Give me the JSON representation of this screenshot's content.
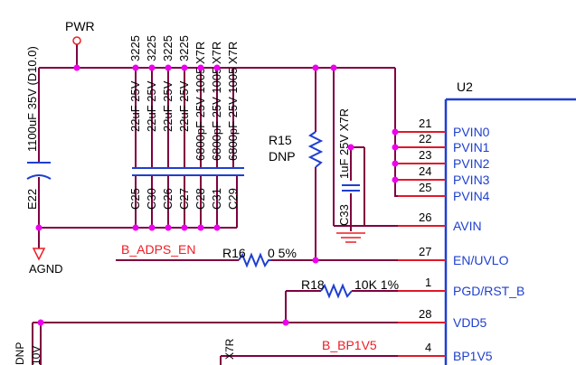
{
  "power": {
    "label": "PWR"
  },
  "ground": {
    "label": "AGND"
  },
  "bulk_cap": {
    "ref": "E22",
    "value": "1100uF 35V (D10.0)"
  },
  "caps": [
    {
      "ref": "C25",
      "value": "22uF 25V",
      "pkg": "3225"
    },
    {
      "ref": "C30",
      "value": "22uF 25V",
      "pkg": "3225"
    },
    {
      "ref": "C26",
      "value": "22uF 25V",
      "pkg": "3225"
    },
    {
      "ref": "C27",
      "value": "22uF 25V",
      "pkg": "3225"
    },
    {
      "ref": "C28",
      "value": "6800pF 25V 1005 X7R"
    },
    {
      "ref": "C31",
      "value": "6800pF 25V 1005 X7R"
    },
    {
      "ref": "C29",
      "value": "6800pF 25V 1005 X7R"
    }
  ],
  "r15": {
    "ref": "R15",
    "note": "DNP"
  },
  "c33": {
    "ref": "C33",
    "value": "1uF 25V X7R"
  },
  "r16": {
    "ref": "R16",
    "value": "0 5%"
  },
  "r18": {
    "ref": "R18",
    "value": "10K 1%"
  },
  "nets": {
    "adps_en": "B_ADPS_EN",
    "bp1v5": "B_BP1V5"
  },
  "ic": {
    "ref": "U2",
    "pins": [
      {
        "num": "21",
        "name": "PVIN0"
      },
      {
        "num": "22",
        "name": "PVIN1"
      },
      {
        "num": "23",
        "name": "PVIN2"
      },
      {
        "num": "24",
        "name": "PVIN3"
      },
      {
        "num": "25",
        "name": "PVIN4"
      },
      {
        "num": "26",
        "name": "AVIN"
      },
      {
        "num": "27",
        "name": "EN/UVLO"
      },
      {
        "num": "1",
        "name": "PGD/RST_B"
      },
      {
        "num": "28",
        "name": "VDD5"
      },
      {
        "num": "4",
        "name": "BP1V5"
      }
    ]
  },
  "edge_fragments": {
    "left_dnp": "DNP",
    "left_volt": "10V",
    "x7r": "X7R"
  },
  "colors": {
    "wire": "#800040",
    "body": "#1f3fcf",
    "net_label": "#ee1c24",
    "junction": "#ee00ee"
  }
}
